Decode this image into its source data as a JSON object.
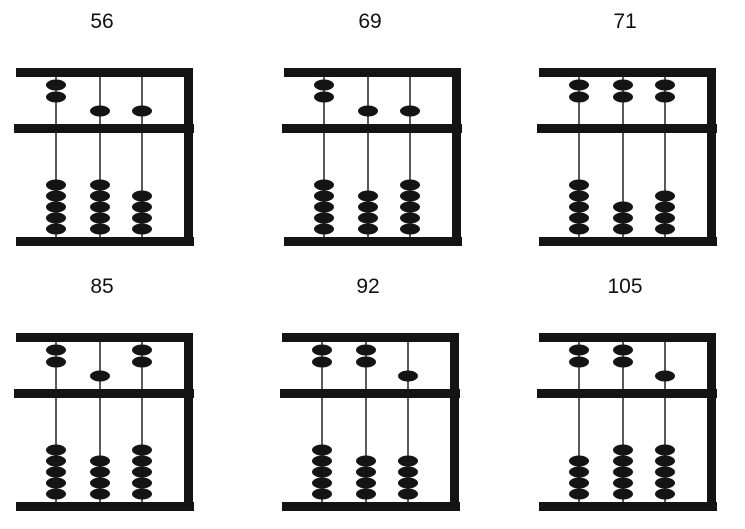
{
  "colors": {
    "ink": "#141414",
    "background": "#ffffff"
  },
  "abaci": [
    {
      "label": "56",
      "rods": [
        {
          "upper": 2,
          "lower": 5
        },
        {
          "upper": 1,
          "lower": 5
        },
        {
          "upper": 1,
          "lower": 4
        }
      ]
    },
    {
      "label": "69",
      "rods": [
        {
          "upper": 2,
          "lower": 5
        },
        {
          "upper": 1,
          "lower": 4
        },
        {
          "upper": 1,
          "lower": 5
        }
      ]
    },
    {
      "label": "71",
      "rods": [
        {
          "upper": 2,
          "lower": 5
        },
        {
          "upper": 2,
          "lower": 3
        },
        {
          "upper": 2,
          "lower": 4
        }
      ]
    },
    {
      "label": "85",
      "rods": [
        {
          "upper": 2,
          "lower": 5
        },
        {
          "upper": 1,
          "lower": 4
        },
        {
          "upper": 2,
          "lower": 5
        }
      ]
    },
    {
      "label": "92",
      "rods": [
        {
          "upper": 2,
          "lower": 5
        },
        {
          "upper": 2,
          "lower": 4
        },
        {
          "upper": 1,
          "lower": 4
        }
      ]
    },
    {
      "label": "105",
      "rods": [
        {
          "upper": 2,
          "lower": 4
        },
        {
          "upper": 2,
          "lower": 5
        },
        {
          "upper": 1,
          "lower": 5
        }
      ]
    }
  ]
}
